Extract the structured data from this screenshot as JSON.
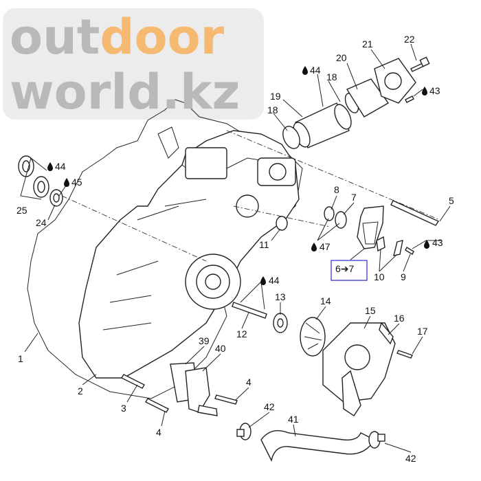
{
  "watermark": {
    "part1": "out",
    "part2": "door",
    "part3": "world",
    ".kz": ".kz",
    "suffix": "kz",
    "accent": "#f5b971",
    "gray": "#b9b9b9"
  },
  "callouts": [
    {
      "id": "22",
      "text": "22"
    },
    {
      "id": "21",
      "text": "21"
    },
    {
      "id": "20",
      "text": "20"
    },
    {
      "id": "44a",
      "text": "44",
      "lube": true
    },
    {
      "id": "18a",
      "text": "18"
    },
    {
      "id": "43a",
      "text": "43",
      "lube": true
    },
    {
      "id": "19",
      "text": "19"
    },
    {
      "id": "18b",
      "text": "18"
    },
    {
      "id": "44b",
      "text": "44",
      "lube": true
    },
    {
      "id": "45",
      "text": "45",
      "lube": true
    },
    {
      "id": "25",
      "text": "25"
    },
    {
      "id": "24",
      "text": "24"
    },
    {
      "id": "8",
      "text": "8"
    },
    {
      "id": "7",
      "text": "7"
    },
    {
      "id": "5",
      "text": "5"
    },
    {
      "id": "11",
      "text": "11"
    },
    {
      "id": "47",
      "text": "47",
      "lube": true
    },
    {
      "id": "43b",
      "text": "43",
      "lube": true
    },
    {
      "id": "10",
      "text": "10"
    },
    {
      "id": "9",
      "text": "9"
    },
    {
      "id": "44c",
      "text": "44",
      "lube": true
    },
    {
      "id": "13",
      "text": "13"
    },
    {
      "id": "14",
      "text": "14"
    },
    {
      "id": "15",
      "text": "15"
    },
    {
      "id": "16",
      "text": "16"
    },
    {
      "id": "17",
      "text": "17"
    },
    {
      "id": "12",
      "text": "12"
    },
    {
      "id": "39",
      "text": "39"
    },
    {
      "id": "40",
      "text": "40"
    },
    {
      "id": "1",
      "text": "1"
    },
    {
      "id": "2",
      "text": "2"
    },
    {
      "id": "4a",
      "text": "4"
    },
    {
      "id": "3",
      "text": "3"
    },
    {
      "id": "42a",
      "text": "42"
    },
    {
      "id": "41",
      "text": "41"
    },
    {
      "id": "4b",
      "text": "4"
    },
    {
      "id": "42b",
      "text": "42"
    }
  ],
  "kit_box": {
    "text": "6➔7",
    "border_color": "#2a2ad0"
  }
}
